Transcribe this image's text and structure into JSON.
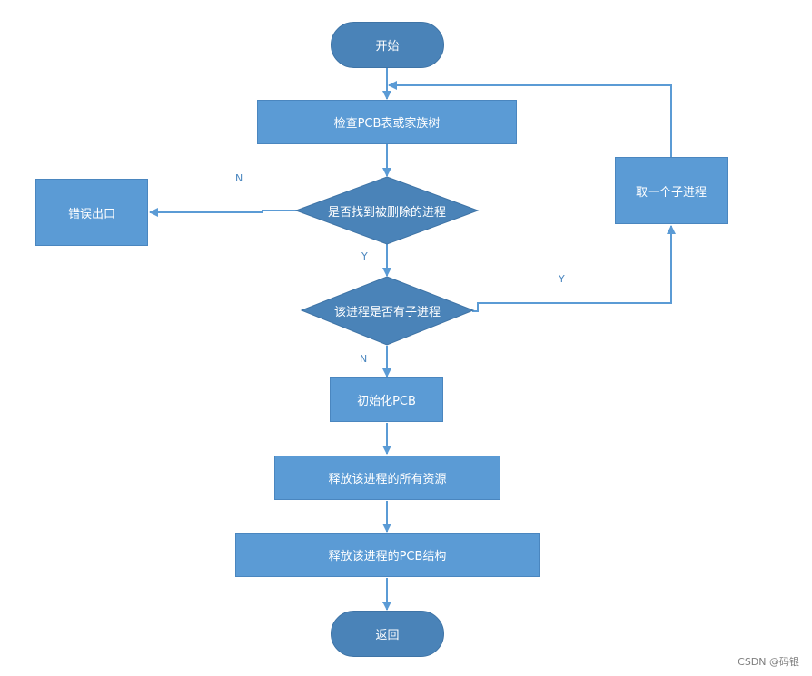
{
  "nodes": {
    "start": "开始",
    "check": "检查PCB表或家族树",
    "error_exit": "错误出口",
    "decide_found": "是否找到被删除的进程",
    "take_child": "取一个子进程",
    "decide_children": "该进程是否有子进程",
    "init_pcb": "初始化PCB",
    "release_resources": "释放该进程的所有资源",
    "release_pcb": "释放该进程的PCB结构",
    "return": "返回"
  },
  "labels": {
    "n_found": "N",
    "y_found": "Y",
    "y_children": "Y",
    "n_children": "N"
  },
  "watermark": "CSDN @码银",
  "colors": {
    "box": "#5b9bd5",
    "terminal": "#4a83b8",
    "line": "#5b9bd5"
  }
}
